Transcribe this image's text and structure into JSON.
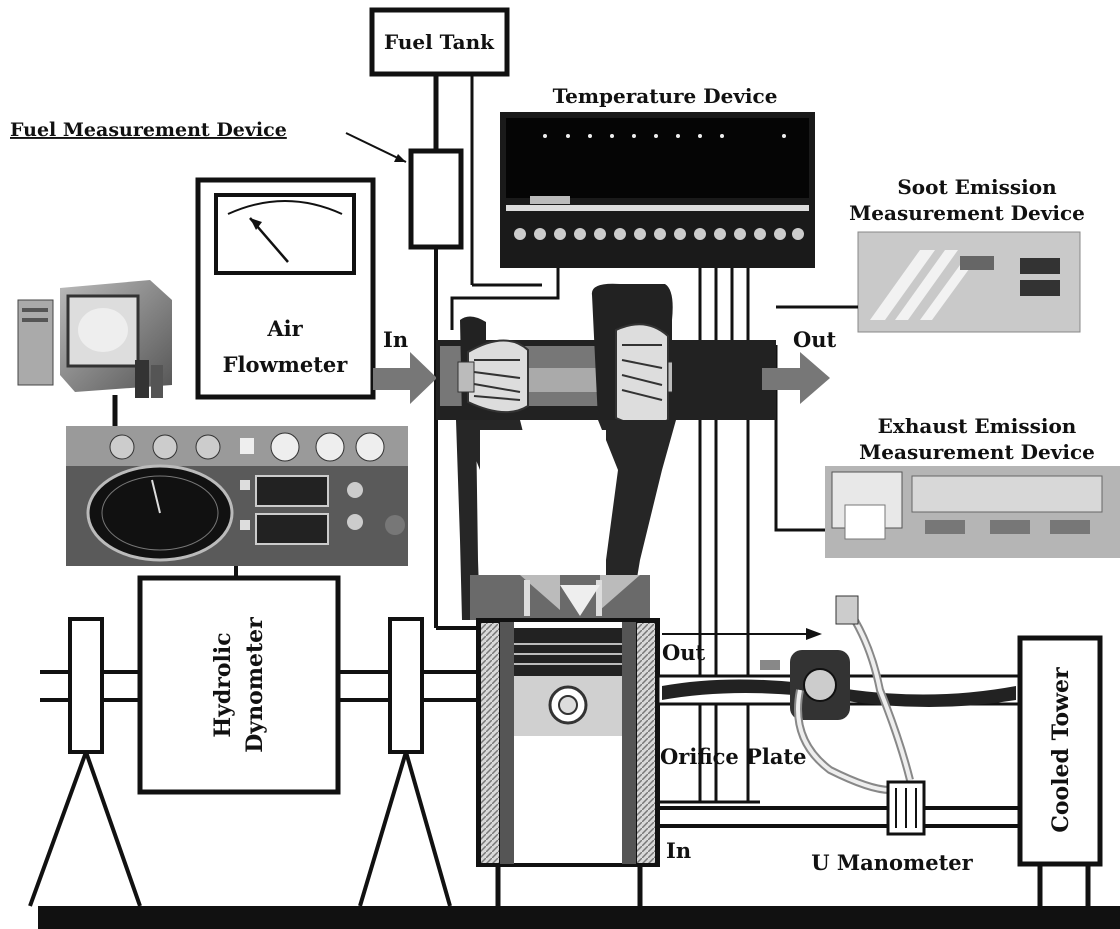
{
  "labels": {
    "fuel_tank": "Fuel Tank",
    "temperature_device": "Temperature Device",
    "fuel_measurement_device": "Fuel Measurement Device",
    "soot_emission_line1": "Soot Emission",
    "soot_emission_line2": "Measurement Device",
    "air_flowmeter_line1": "Air",
    "air_flowmeter_line2": "Flowmeter",
    "air_in": "In",
    "exhaust_out": "Out",
    "exhaust_emission_line1": "Exhaust Emission",
    "exhaust_emission_line2": "Measurement Device",
    "hydrolic_dynometer_line1": "Hydrolic",
    "hydrolic_dynometer_line2": "Dynometer",
    "coolant_out": "Out",
    "orifice_plate": "Orifice Plate",
    "cooled_tower": "Cooled Tower",
    "coolant_in": "In",
    "u_manometer": "U Manometer"
  },
  "colors": {
    "line": "#111111",
    "dark_metal": "#2b2b2b",
    "mid_gray": "#8a8a8a",
    "light_gray": "#c8c8c8"
  }
}
